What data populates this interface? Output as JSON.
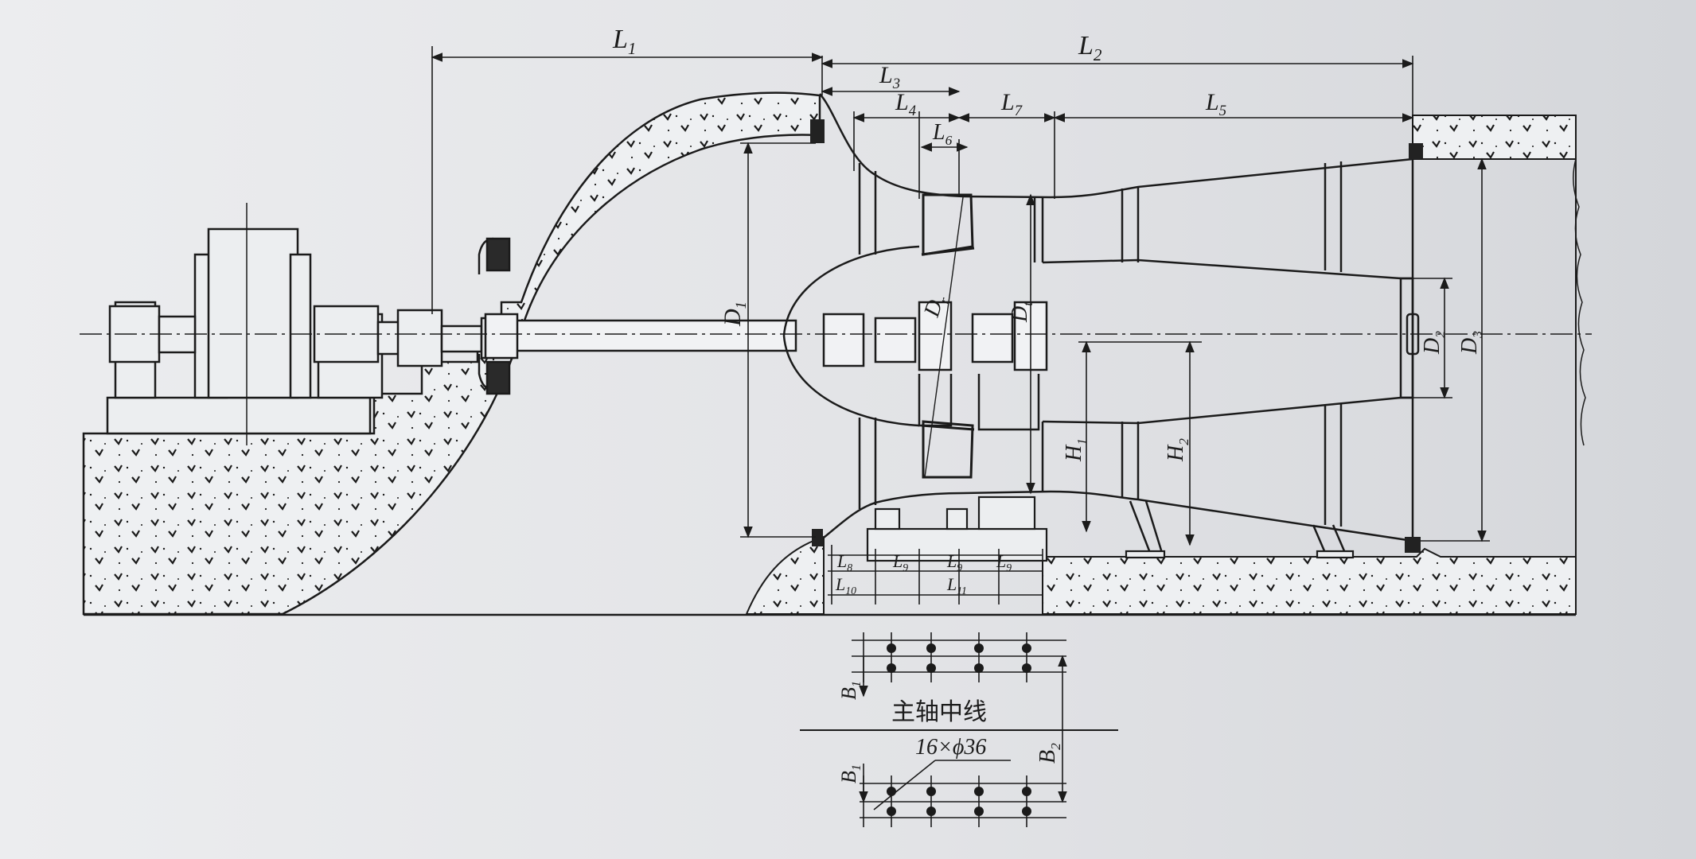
{
  "labels": {
    "L1": {
      "base": "L",
      "sub": "1"
    },
    "L2": {
      "base": "L",
      "sub": "2"
    },
    "L3": {
      "base": "L",
      "sub": "3"
    },
    "L4": {
      "base": "L",
      "sub": "4"
    },
    "L5": {
      "base": "L",
      "sub": "5"
    },
    "L6": {
      "base": "L",
      "sub": "6"
    },
    "L7": {
      "base": "L",
      "sub": "7"
    },
    "L8a": {
      "base": "L",
      "sub": "8"
    },
    "L9a": {
      "base": "L",
      "sub": "9"
    },
    "L9b": {
      "base": "L",
      "sub": "9"
    },
    "L9c": {
      "base": "L",
      "sub": "9"
    },
    "L10": {
      "base": "L",
      "sub": "10"
    },
    "L11": {
      "base": "L",
      "sub": "11"
    },
    "D1": {
      "base": "D",
      "sub": "1"
    },
    "Dr": {
      "base": "D",
      "sub": "r"
    },
    "Dt": {
      "base": "D",
      "sub": "t"
    },
    "D2": {
      "base": "D",
      "sub": "2"
    },
    "D3": {
      "base": "D",
      "sub": "3"
    },
    "H1": {
      "base": "H",
      "sub": "1"
    },
    "H2": {
      "base": "H",
      "sub": "2"
    },
    "B1a": {
      "base": "B",
      "sub": "1"
    },
    "B1b": {
      "base": "B",
      "sub": "1"
    },
    "B2": {
      "base": "B",
      "sub": "2"
    }
  },
  "main_axis_label": "主轴中线",
  "bolt_spec": "16×ϕ36"
}
